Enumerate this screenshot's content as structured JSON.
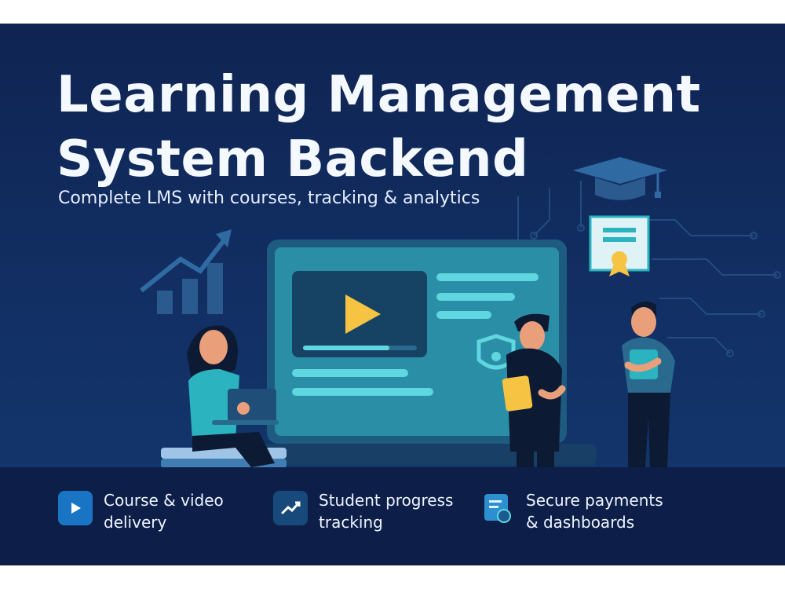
{
  "hero": {
    "title_line1": "Learning Management",
    "title_line2": "System Backend",
    "subtitle": "Complete LMS with courses, tracking & analytics"
  },
  "features": [
    {
      "icon": "play-icon",
      "label": "Course & video\ndelivery"
    },
    {
      "icon": "trend-chart-icon",
      "label": "Student progress\ntracking"
    },
    {
      "icon": "certificate-icon",
      "label": "Secure payments\n& dashboards"
    }
  ],
  "colors": {
    "background": "#0f2452",
    "accent_teal": "#2bb3c0",
    "accent_yellow": "#f6c343",
    "footer": "#0d1f48"
  }
}
